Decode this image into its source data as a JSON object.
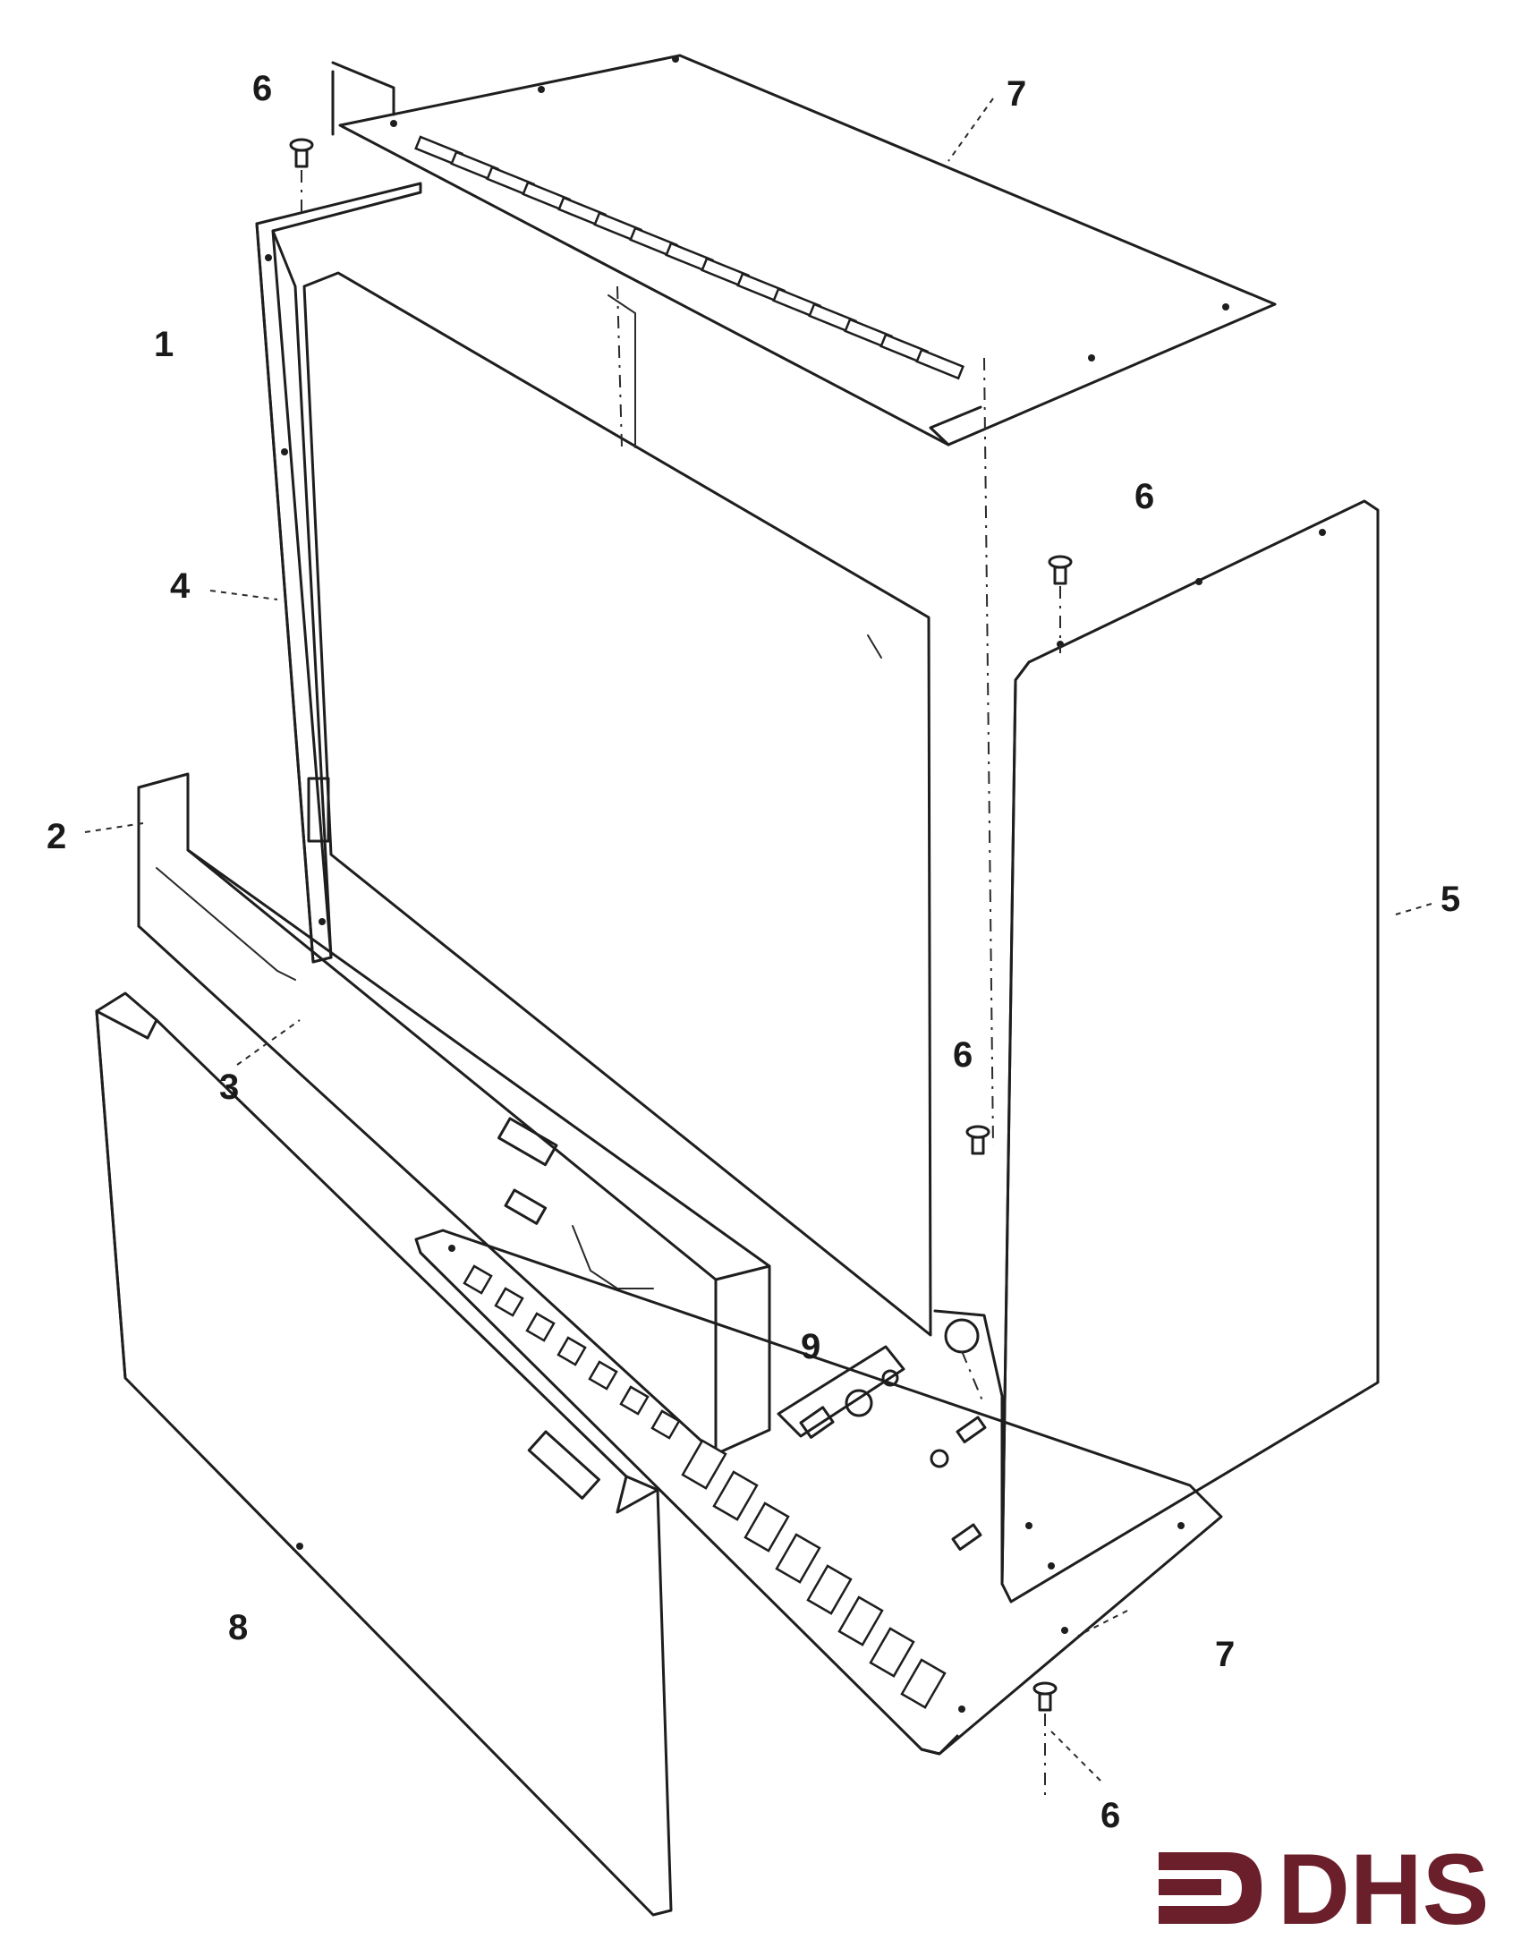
{
  "callouts": {
    "c1": "1",
    "c2": "2",
    "c3": "3",
    "c4": "4",
    "c5": "5",
    "c6_top_left": "6",
    "c6_right_top": "6",
    "c6_middle": "6",
    "c6_bottom": "6",
    "c7_top": "7",
    "c7_bottom": "7",
    "c8": "8",
    "c9": "9"
  },
  "logo": {
    "text": "DHS",
    "color": "#6a1f2a"
  },
  "colors": {
    "line": "#1e1e1e",
    "paper": "#ffffff"
  }
}
